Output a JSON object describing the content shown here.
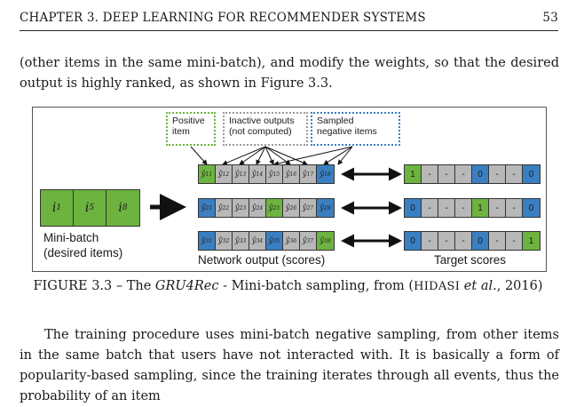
{
  "header": {
    "chapter": "CHAPTER 3.  DEEP LEARNING FOR RECOMMENDER SYSTEMS",
    "page": "53"
  },
  "para1": "(other items in the same mini-batch), and modify the weights, so that the desired output is highly ranked, as shown in Figure 3.3.",
  "figure": {
    "positive_label": [
      "Positive",
      "item"
    ],
    "inactive_label": [
      "Inactive outputs",
      "(not computed)"
    ],
    "negative_label": [
      "Sampled",
      "negative items"
    ],
    "minibatch": [
      "i",
      "i",
      "i"
    ],
    "minibatch_sub": [
      "1",
      "5",
      "8"
    ],
    "minibatch_label": [
      "Mini-batch",
      "(desired items)"
    ],
    "net_label": "Network output (scores)",
    "tgt_label": "Target scores",
    "net_rows": [
      {
        "colors": [
          "g",
          "n",
          "n",
          "n",
          "n",
          "n",
          "n",
          "b"
        ],
        "sub": [
          "1",
          "2",
          "3",
          "4",
          "5",
          "6",
          "7",
          "8"
        ],
        "sup": "1"
      },
      {
        "colors": [
          "b",
          "n",
          "n",
          "n",
          "g",
          "n",
          "n",
          "b"
        ],
        "sub": [
          "1",
          "2",
          "3",
          "4",
          "5",
          "6",
          "7",
          "8"
        ],
        "sup": "2"
      },
      {
        "colors": [
          "b",
          "n",
          "n",
          "n",
          "b",
          "n",
          "n",
          "g"
        ],
        "sub": [
          "1",
          "2",
          "3",
          "4",
          "5",
          "6",
          "7",
          "8"
        ],
        "sup": "3"
      }
    ],
    "tgt_rows": [
      {
        "colors": [
          "g",
          "n",
          "n",
          "n",
          "b",
          "n",
          "n",
          "b"
        ],
        "vals": [
          "1",
          "-",
          "-",
          "-",
          "0",
          "-",
          "-",
          "0"
        ]
      },
      {
        "colors": [
          "b",
          "n",
          "n",
          "n",
          "g",
          "n",
          "n",
          "b"
        ],
        "vals": [
          "0",
          "-",
          "-",
          "-",
          "1",
          "-",
          "-",
          "0"
        ]
      },
      {
        "colors": [
          "b",
          "n",
          "n",
          "n",
          "b",
          "n",
          "n",
          "g"
        ],
        "vals": [
          "0",
          "-",
          "-",
          "-",
          "0",
          "-",
          "-",
          "1"
        ]
      }
    ],
    "colors": {
      "green": "#6db33f",
      "blue": "#3a7fc1",
      "gray": "#b8b8b8"
    }
  },
  "caption": {
    "prefix": "FIGURE 3.3 – The ",
    "title": "GRU4Rec",
    "mid": " - Mini-batch sampling, from (",
    "author": "HIDASI",
    "etal": " et al.",
    "year": ", 2016)"
  },
  "para2": "The training procedure uses mini-batch negative sampling, from other items in the same batch that users have not interacted with. It is basically a form of popularity-based sampling, since the training iterates through all events, thus the probability of an item"
}
